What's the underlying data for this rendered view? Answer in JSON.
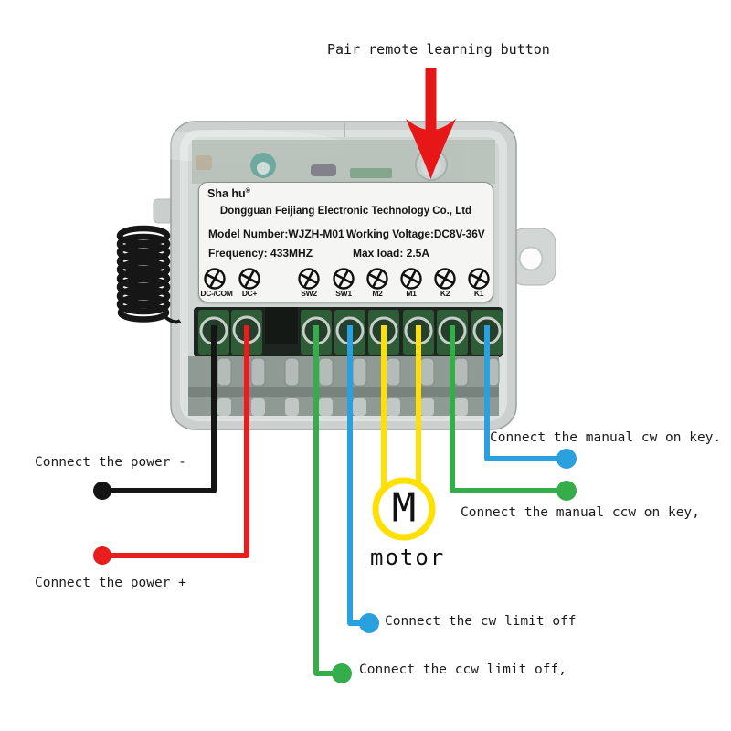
{
  "page": {
    "title": "Pair remote learning button"
  },
  "device": {
    "brand": "Sha hu",
    "trademark": "®",
    "company": "Dongguan Feijiang Electronic Technology Co., Ltd",
    "model": "Model Number:WJZH-M01",
    "working_voltage": "Working Voltage:DC8V-36V",
    "frequency": "Frequency: 433MHZ",
    "max_load": "Max load: 2.5A",
    "terminals": [
      "DC-/COM",
      "DC+",
      "SW2",
      "SW1",
      "M2",
      "M1",
      "K2",
      "K1"
    ]
  },
  "motor": {
    "symbol": "M",
    "label": "motor"
  },
  "annotations": {
    "power_minus": "Connect the power -",
    "power_plus": "Connect the power +",
    "manual_cw": "Connect the manual cw on key.",
    "manual_ccw": "Connect the manual ccw on key,",
    "cw_limit": "Connect the cw limit off",
    "ccw_limit": "Connect the ccw limit off,"
  },
  "colors": {
    "wire_black": "#151515",
    "wire_red": "#e91d1d",
    "wire_green": "#35ad4a",
    "wire_blue": "#2aa0df",
    "wire_yellow": "#ffe000",
    "arrow_red": "#e81717",
    "motor_ring_yellow": "#ffe000"
  }
}
